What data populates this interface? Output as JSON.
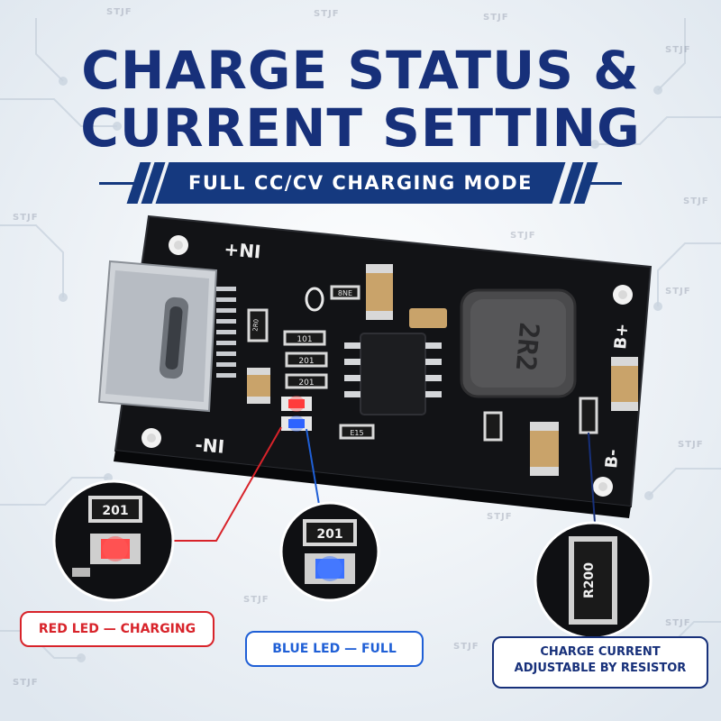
{
  "title": {
    "line1": "CHARGE STATUS &",
    "line2": "CURRENT SETTING",
    "ribbon": "FULL CC/CV CHARGING MODE"
  },
  "watermark": "STJF",
  "board": {
    "pad_pos_in": "+NI",
    "pad_neg_in": "-NI",
    "pad_pos_bat": "B+",
    "pad_neg_bat": "B-",
    "inductor_marking": "2R2",
    "resistor_marks": [
      "2R0",
      "101",
      "201",
      "R200",
      "E15",
      "8NE"
    ]
  },
  "callouts": {
    "red": {
      "resistor_mark": "201",
      "label": "RED LED — CHARGING",
      "color": "#d8232a"
    },
    "blue": {
      "resistor_mark": "201",
      "label": "BLUE LED — FULL",
      "color": "#1f5fd6"
    },
    "resistor": {
      "resistor_mark": "R200",
      "label_line1": "CHARGE CURRENT",
      "label_line2": "ADJUSTABLE BY RESISTOR",
      "color": "#17307a"
    }
  },
  "colors": {
    "navy": "#17307a",
    "pcb": "#121316",
    "red": "#d8232a",
    "blue": "#1f5fd6"
  }
}
